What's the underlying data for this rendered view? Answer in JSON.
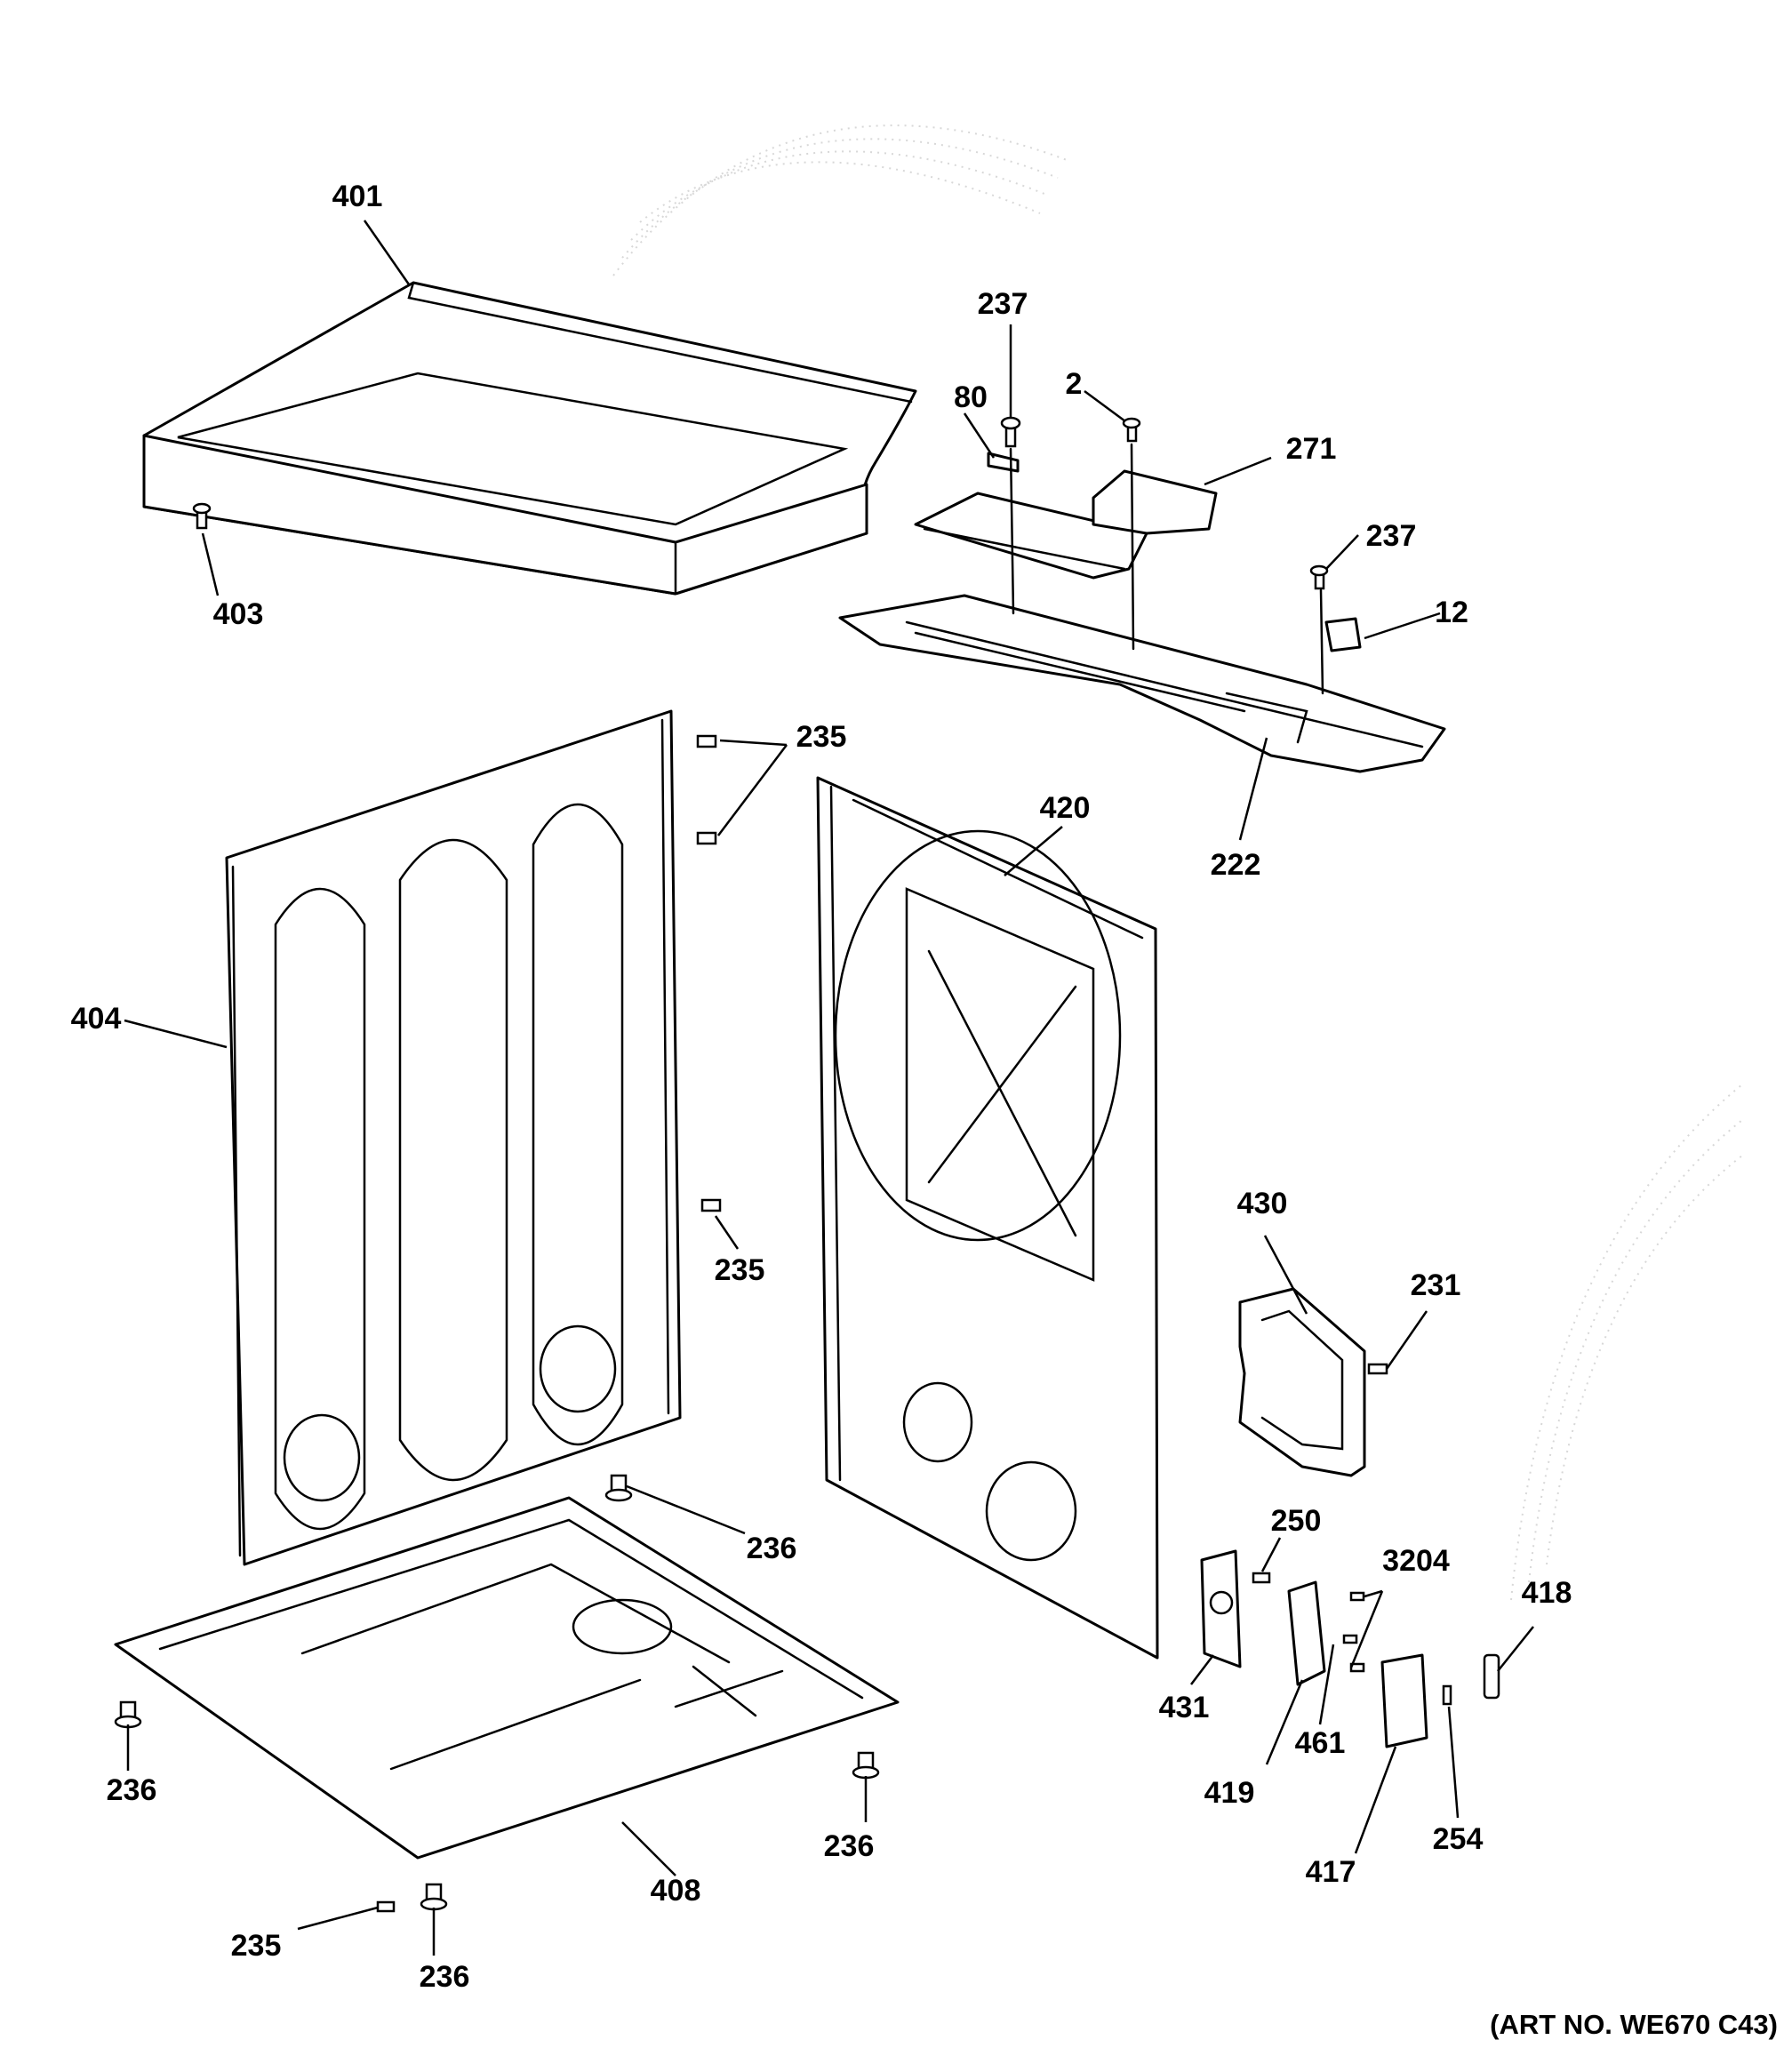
{
  "art_number": "(ART NO. WE670 C43)",
  "callouts": {
    "c401": "401",
    "c403": "403",
    "c237a": "237",
    "c80": "80",
    "c2": "2",
    "c271": "271",
    "c237b": "237",
    "c12": "12",
    "c222": "222",
    "c235a": "235",
    "c420": "420",
    "c404": "404",
    "c235b": "235",
    "c430": "430",
    "c231": "231",
    "c236a": "236",
    "c250": "250",
    "c3204": "3204",
    "c418": "418",
    "c431": "431",
    "c461": "461",
    "c419": "419",
    "c236b": "236",
    "c236c": "236",
    "c408": "408",
    "c417": "417",
    "c254": "254",
    "c235c": "235",
    "c236d": "236"
  }
}
